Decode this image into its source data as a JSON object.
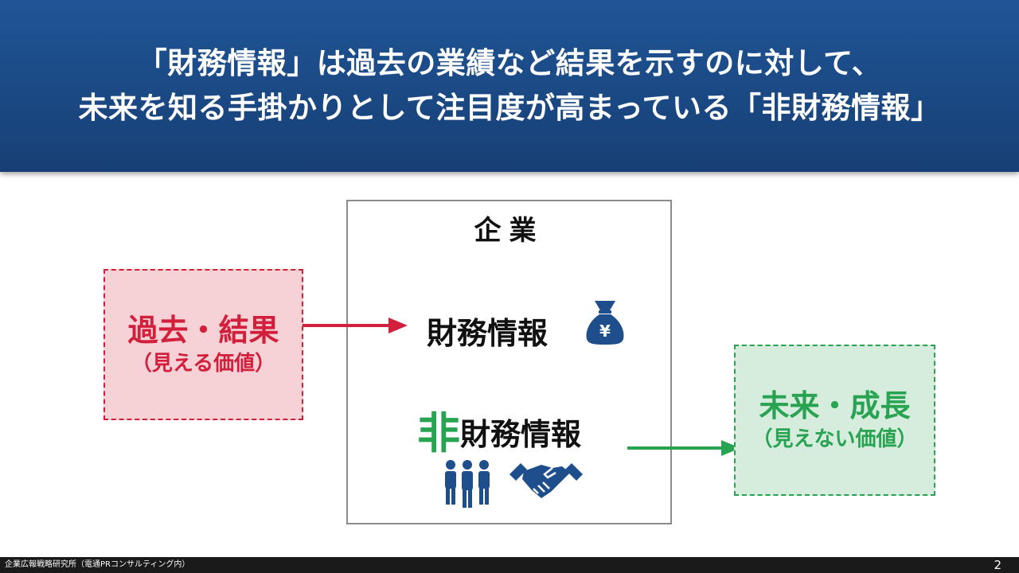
{
  "header": {
    "line1": "「財務情報」は過去の業績など結果を示すのに対して、",
    "line2": "未来を知る手掛かりとして注目度が高まっている「非財務情報」"
  },
  "company": {
    "title": "企業"
  },
  "past": {
    "main": "過去・結果",
    "sub": "（見える価値）"
  },
  "financial": {
    "label": "財務情報"
  },
  "nonfinancial": {
    "prefix": "非",
    "label": "財務情報"
  },
  "future": {
    "main": "未来・成長",
    "sub": "（見えない価値）"
  },
  "footer": {
    "org": "企業広報戦略研究所（電通PRコンサルティング内）",
    "page": "2"
  },
  "colors": {
    "header": "#1f5596",
    "red": "#d21f3c",
    "green": "#27a352",
    "icon": "#1f4e8c"
  },
  "icons": [
    "money-bag-icon",
    "people-icon",
    "handshake-icon"
  ]
}
